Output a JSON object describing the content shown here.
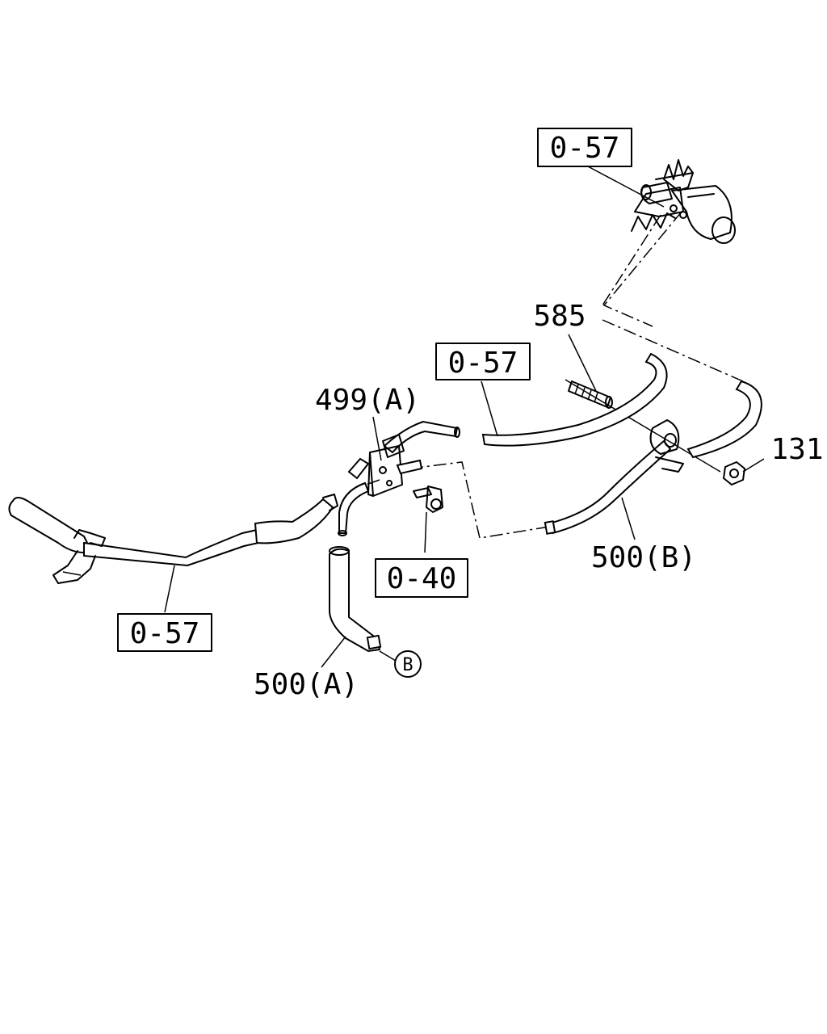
{
  "diagram": {
    "reference_boxes": [
      {
        "id": "ref-top",
        "text": "0-57"
      },
      {
        "id": "ref-mid",
        "text": "0-57"
      },
      {
        "id": "ref-left",
        "text": "0-57"
      },
      {
        "id": "ref-bolt",
        "text": "0-40"
      }
    ],
    "part_labels": {
      "p585": "585",
      "p499a": "499(A)",
      "p131": "131",
      "p500b": "500(B)",
      "p500a": "500(A)"
    },
    "connector_marker": "B"
  }
}
